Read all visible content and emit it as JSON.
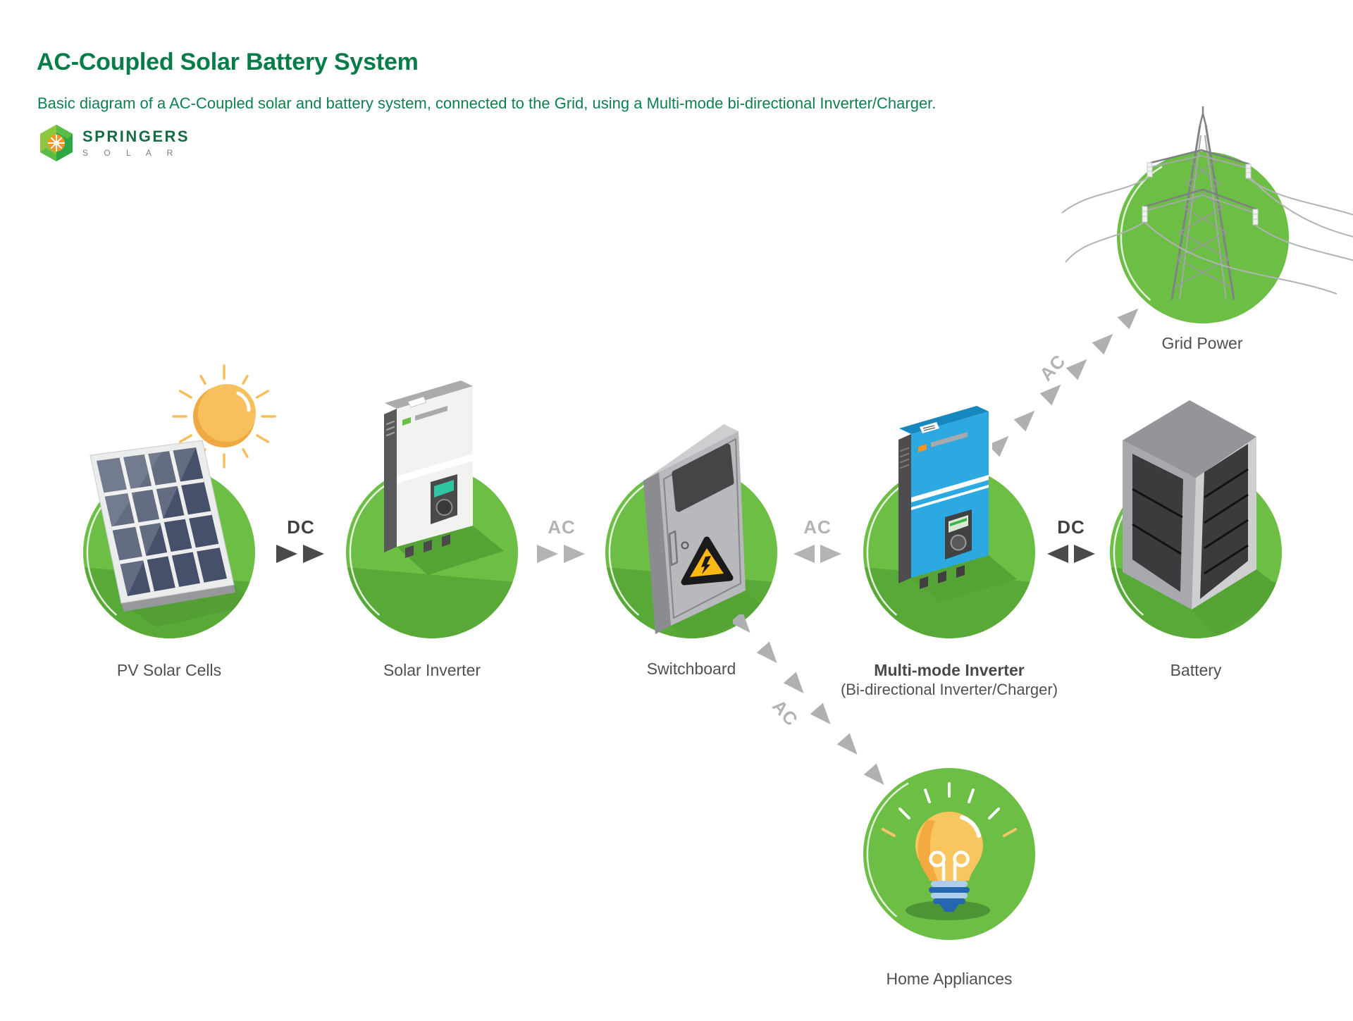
{
  "header": {
    "title": "AC-Coupled Solar Battery System",
    "subtitle": "Basic diagram of a AC-Coupled solar and battery system, connected to the Grid, using a Multi-mode bi-directional Inverter/Charger.",
    "logo": {
      "name": "SPRINGERS",
      "subname": "S O L A R"
    }
  },
  "components": {
    "pv": {
      "label": "PV Solar Cells"
    },
    "solar_inverter": {
      "label": "Solar Inverter"
    },
    "switchboard": {
      "label": "Switchboard"
    },
    "multi_mode_inverter": {
      "label": "Multi-mode Inverter",
      "sublabel": "(Bi-directional Inverter/Charger)"
    },
    "battery": {
      "label": "Battery"
    },
    "grid_power": {
      "label": "Grid Power"
    },
    "home_appliances": {
      "label": "Home Appliances"
    }
  },
  "connectors": {
    "pv_to_solar_inverter": {
      "label": "DC",
      "type": "dc",
      "direction": "right"
    },
    "solar_inverter_to_switchboard": {
      "label": "AC",
      "type": "ac",
      "direction": "right"
    },
    "switchboard_to_multi_mode": {
      "label": "AC",
      "type": "ac",
      "direction": "both"
    },
    "multi_mode_to_battery": {
      "label": "DC",
      "type": "dc",
      "direction": "both"
    },
    "multi_mode_to_grid": {
      "label": "AC",
      "type": "ac",
      "direction": "up-right"
    },
    "switchboard_to_home": {
      "label": "AC",
      "type": "ac",
      "direction": "down-right"
    }
  },
  "colors": {
    "accent_green": "#077C49",
    "circle_green": "#6CBE45",
    "circle_shade": "#58A937",
    "arrow_gray": "#B1B3B5",
    "arrow_dark": "#4A4A4C",
    "inverter_blue": "#2BA9E0",
    "warning_yellow": "#FDB913",
    "sun_yellow": "#F8C05C",
    "logo_orange": "#F7941E",
    "label_gray": "#4E5053"
  }
}
